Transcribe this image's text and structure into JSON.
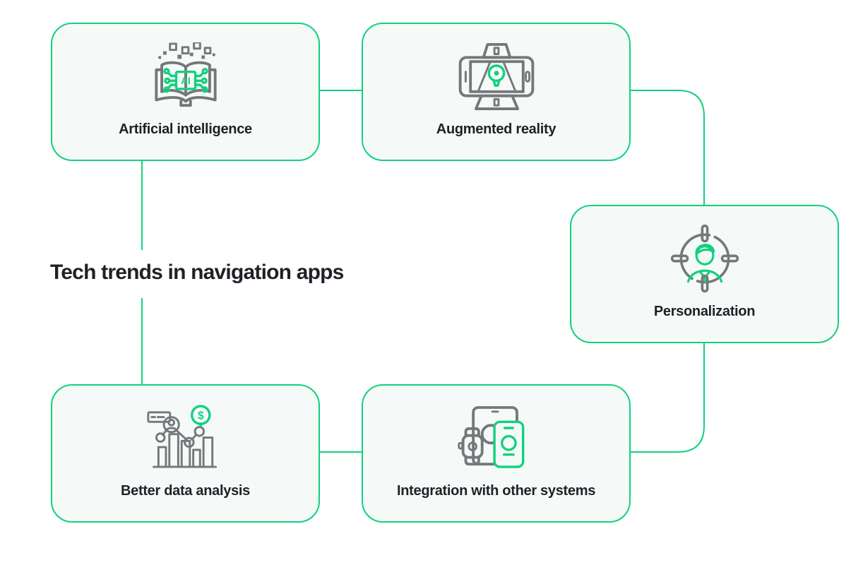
{
  "title": "Tech trends in navigation apps",
  "colors": {
    "accent_green": "#11d17e",
    "icon_gray": "#76777a",
    "box_bg": "#f5faf8",
    "text_dark": "#1f2127",
    "background": "#ffffff"
  },
  "nodes": [
    {
      "id": "artificial-intelligence",
      "label": "Artificial intelligence",
      "icon": "ai-book-circuit-icon"
    },
    {
      "id": "augmented-reality",
      "label": "Augmented reality",
      "icon": "phone-road-pin-icon"
    },
    {
      "id": "personalization",
      "label": "Personalization",
      "icon": "person-target-icon"
    },
    {
      "id": "integration",
      "label": "Integration with other systems",
      "icon": "connected-devices-icon"
    },
    {
      "id": "data-analysis",
      "label": "Better data analysis",
      "icon": "chart-dollar-icon"
    }
  ],
  "icon_glyphs": {
    "ai_chip": "AI",
    "dollar": "$"
  },
  "connections": [
    {
      "from": "artificial-intelligence",
      "to": "augmented-reality"
    },
    {
      "from": "augmented-reality",
      "to": "personalization"
    },
    {
      "from": "personalization",
      "to": "integration"
    },
    {
      "from": "integration",
      "to": "data-analysis"
    },
    {
      "from": "artificial-intelligence",
      "to": "data-analysis"
    }
  ]
}
